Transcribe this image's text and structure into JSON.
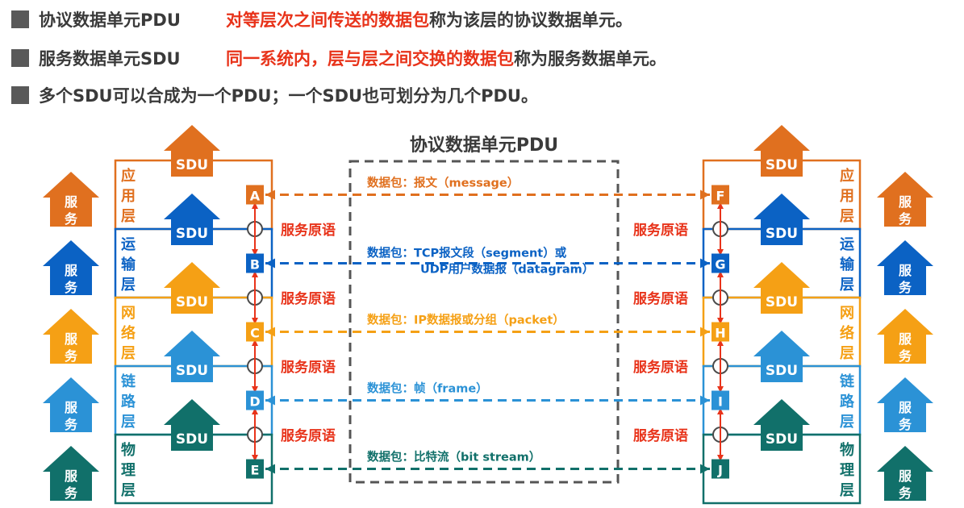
{
  "bullets": [
    {
      "term": "协议数据单元PDU",
      "highlight": "对等层次之间传送的数据包",
      "rest": "称为该层的协议数据单元。"
    },
    {
      "term": "服务数据单元SDU",
      "highlight": "同一系统内，层与层之间交换的数据包",
      "rest": "称为服务数据单元。"
    },
    {
      "full": "多个SDU可以合成为一个PDU；一个SDU也可划分为几个PDU。"
    }
  ],
  "pdu_title": "协议数据单元PDU",
  "sdu_label": "SDU",
  "service_label": "服务",
  "primitive_label": "服务原语",
  "layers": [
    {
      "chars": [
        "应",
        "用",
        "层"
      ],
      "left": "A",
      "right": "F",
      "color": "#e0701f",
      "packet_lines": [
        "数据包：报文（message）"
      ]
    },
    {
      "chars": [
        "运",
        "输",
        "层"
      ],
      "left": "B",
      "right": "G",
      "color": "#0b62c4",
      "packet_lines": [
        "数据包：TCP报文段（segment）或",
        "UDP用户数据报（datagram）"
      ]
    },
    {
      "chars": [
        "网",
        "络",
        "层"
      ],
      "left": "C",
      "right": "H",
      "color": "#f5a015",
      "packet_lines": [
        "数据包：IP数据报或分组（packet）"
      ]
    },
    {
      "chars": [
        "链",
        "路",
        "层"
      ],
      "left": "D",
      "right": "I",
      "color": "#2b92d6",
      "packet_lines": [
        "数据包：帧（frame）"
      ]
    },
    {
      "chars": [
        "物",
        "理",
        "层"
      ],
      "left": "E",
      "right": "J",
      "color": "#11706a",
      "packet_lines": [
        "数据包：比特流（bit stream）"
      ]
    }
  ],
  "colors": {
    "primitive": "#e8331a",
    "arrow": "#e8331a",
    "text": "#3a3a3a",
    "frame": "#555555"
  }
}
